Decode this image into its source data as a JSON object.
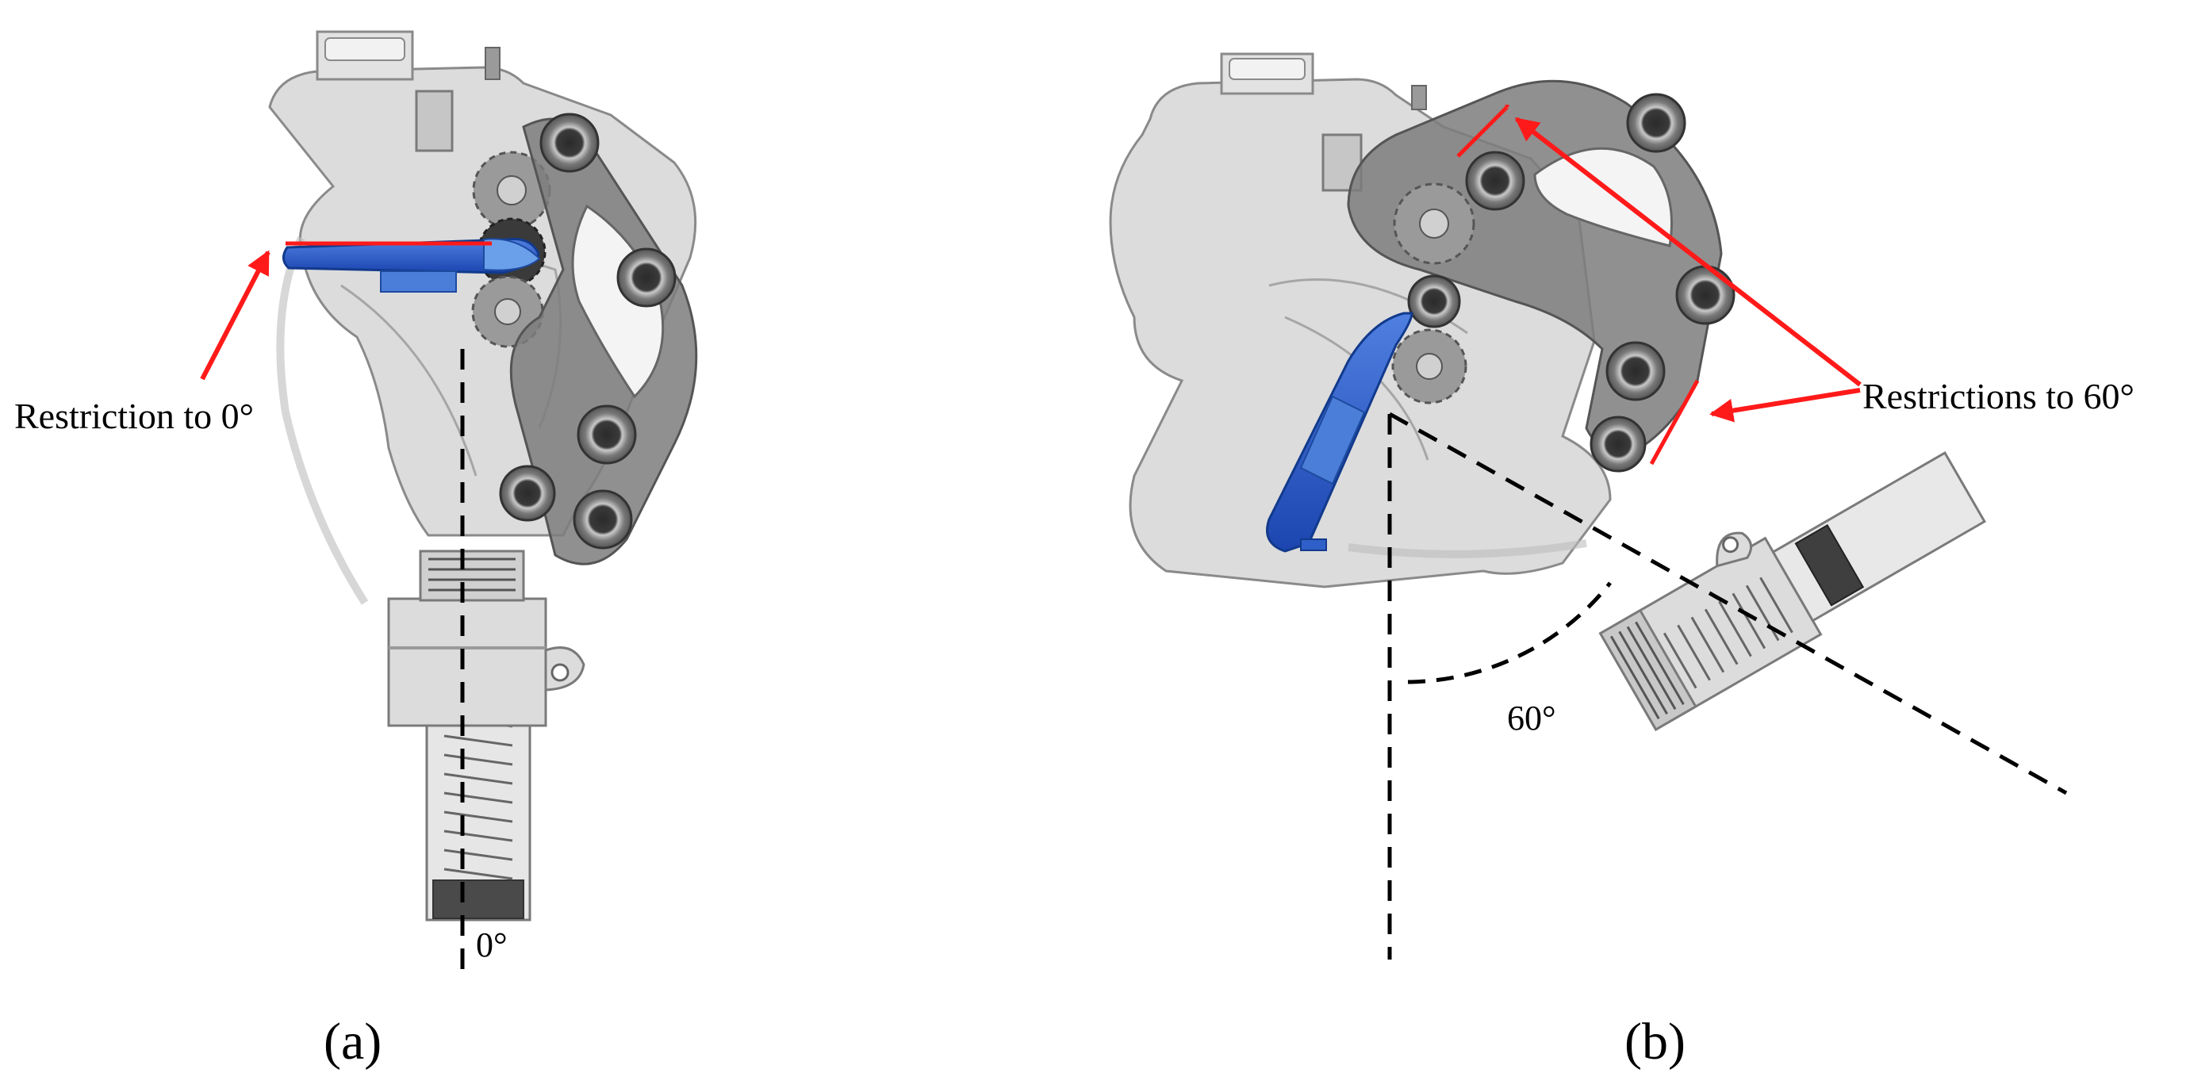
{
  "panel_a": {
    "label": "(a)",
    "annotation": "Restriction to 0°",
    "angle_label": "0°"
  },
  "panel_b": {
    "label": "(b)",
    "annotation": "Restrictions to 60°",
    "angle_label": "60°"
  },
  "colors": {
    "body": "#d9d9d9",
    "body_stroke": "#8a8a8a",
    "dark_part": "#8c8c8c",
    "blue_stop": "#2f5fc8",
    "red_marker": "#ff1a1a",
    "dashed_line": "#000000"
  }
}
